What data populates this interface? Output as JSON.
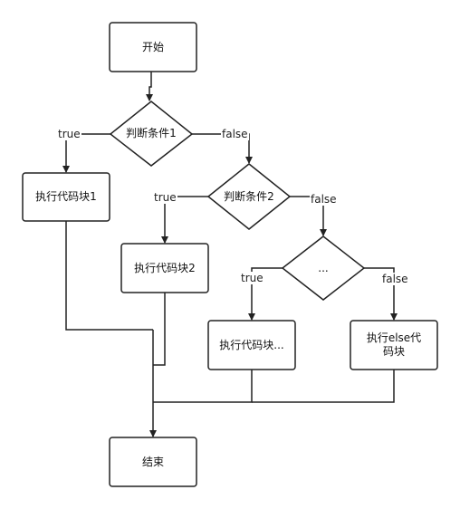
{
  "nodes": {
    "start": "开始",
    "cond1": "判断条件1",
    "block1": "执行代码块1",
    "cond2": "判断条件2",
    "block2": "执行代码块2",
    "cond3": "...",
    "block_more": "执行代码块...",
    "block_else_line1": "执行else代",
    "block_else_line2": "码块",
    "end": "结束"
  },
  "edges": {
    "cond1_true": "true",
    "cond1_false": "false",
    "cond2_true": "true",
    "cond2_false": "false",
    "cond3_true": "true",
    "cond3_false": "false"
  },
  "colors": {
    "stroke": "#222222",
    "fill": "#ffffff"
  }
}
